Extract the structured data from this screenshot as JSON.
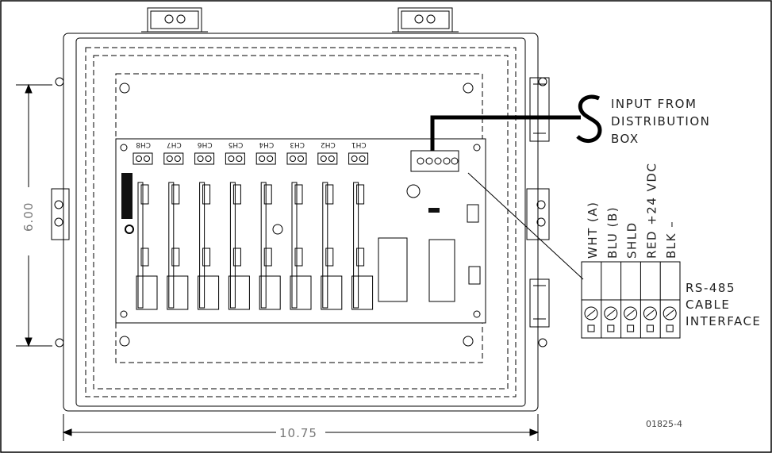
{
  "dimensions": {
    "height": "6.00",
    "width": "10.75"
  },
  "channels": [
    "CH8",
    "CH7",
    "CH6",
    "CH5",
    "CH4",
    "CH3",
    "CH2",
    "CH1"
  ],
  "input_label": [
    "INPUT FROM",
    "DISTRIBUTION",
    "BOX"
  ],
  "wire_labels": [
    "WHT (A)",
    "BLU (B)",
    "SHLD",
    "RED +24 VDC",
    "BLK –"
  ],
  "interface_label": [
    "RS-485",
    "CABLE",
    "INTERFACE"
  ],
  "drawing_number": "01825-4"
}
